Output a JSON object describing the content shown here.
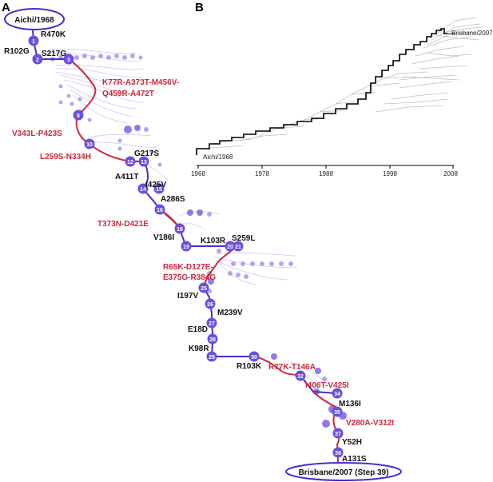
{
  "panels": {
    "a": "A",
    "b": "B"
  },
  "panel_a": {
    "start_label": "Aichi/1968",
    "end_label": "Brisbane/2007 (Step 39)",
    "black_mutations": [
      "R470K",
      "R102G",
      "S217G",
      "G217S",
      "A411T",
      "I425V",
      "A286S",
      "V186I",
      "K103R",
      "S259L",
      "I197V",
      "M239V",
      "E18D",
      "K98R",
      "R103K",
      "M136I",
      "Y52H",
      "A131S"
    ],
    "red_mutations": [
      "K77R-A373T-M456V-",
      "Q459R-A472T",
      "V343L-P423S",
      "L259S-N334H",
      "T373N-D421E",
      "R65K-D127E-",
      "E375G-R384G",
      "R77K-T146A",
      "I406T-V425I",
      "V280A-V312I"
    ],
    "step_numbers": [
      "1",
      "2",
      "3",
      "8",
      "10",
      "12",
      "13",
      "14",
      "15",
      "16",
      "18",
      "19",
      "20",
      "21",
      "25",
      "26",
      "27",
      "28",
      "29",
      "30",
      "32",
      "34",
      "35",
      "37",
      "38"
    ]
  },
  "panel_b": {
    "label_top": "Brisbane/2007",
    "label_bottom": "Aichi/1968",
    "x_ticks": [
      "1968",
      "1978",
      "1988",
      "1998",
      "2008"
    ]
  },
  "colors": {
    "path_blue": "#4a2bd1",
    "path_red": "#d0273a",
    "node_blue": "#6a4fe0",
    "faint": "#b9b0ee"
  }
}
